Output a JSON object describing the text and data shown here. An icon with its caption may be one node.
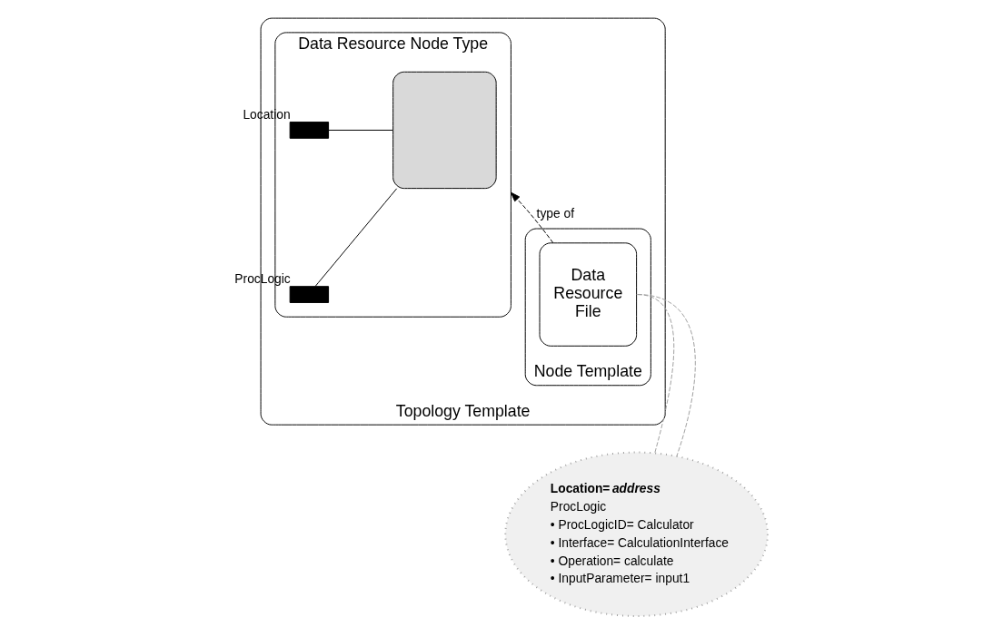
{
  "diagram": {
    "nodes": [
      {
        "text": [
          "Topology Template"
        ]
      },
      {
        "text": [
          "Data Resource Node Type"
        ],
        "in": 0
      },
      {
        "text": [],
        "shape": "bar",
        "beside": [
          "Location"
        ],
        "in": 1
      },
      {
        "text": [],
        "shape": "bar",
        "beside": [
          "ProcLogic"
        ],
        "in": 1
      },
      {
        "text": [],
        "shape": "box",
        "in": 1
      },
      {
        "text": [
          "Node Template"
        ],
        "in": 0
      },
      {
        "text": [
          "Data Resource File"
        ],
        "in": 5
      },
      {
        "text": [
          "Location= *address*",
          "ProcLogic",
          "• ProcLogicID= Calculator",
          "• Interface= CalculationInterface",
          "• Operation= calculate",
          "• InputParameter= input1"
        ]
      }
    ],
    "edges": [
      {
        "from": 2,
        "to": 4,
        "arrow": "none"
      },
      {
        "from": 3,
        "to": 4,
        "arrow": "none"
      },
      {
        "from": 6,
        "to": 1,
        "arrow": "to",
        "label": "type of",
        "style": "dashed"
      },
      {
        "from": 6,
        "to": 7,
        "arrow": "none",
        "style": "dashed",
        "color": "#a0a0a0"
      },
      {
        "from": 6,
        "to": 7,
        "arrow": "none",
        "style": "dashed",
        "color": "#a0a0a0"
      }
    ]
  }
}
